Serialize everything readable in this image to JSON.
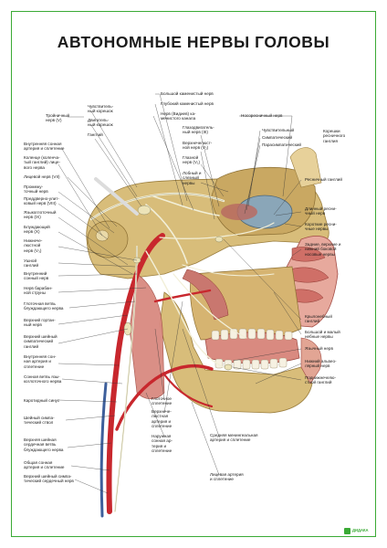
{
  "title": "АВТОНОМНЫЕ НЕРВЫ ГОЛОВЫ",
  "brand": {
    "logo_text": "ДИДАКА"
  },
  "colors": {
    "frame": "#3aaa35",
    "nerve": "#f2efd8",
    "artery": "#c8272d",
    "bone": "#d8bd7a",
    "muscle": "#d98a80"
  },
  "labels": {
    "l1": "Тройничный\nнерв (V)",
    "l2": "Чувствитель-\nный корешок",
    "l3": "Двигатель-\nный корешок",
    "l4": "Ганглий",
    "l5": "Внутренняя сонная\nартерия и сплетение",
    "l6": "Коленце (коленча-\nтый ганглий) лице-\nвого нерва",
    "l7": "Лицевой нерв (VII)",
    "l8": "Промежу-\nточный нерв",
    "l9": "Преддверно-улит-\nковый нерв (VIII)",
    "l10": "Языкоглоточный\nнерв (IX)",
    "l11": "Блуждающий\nнерв (X)",
    "l12": "Нижнече-\nлюстной\nнерв (V₃)",
    "l13": "Ушной\nганглий",
    "l14": "Внутренний\nсонный нерв",
    "l15": "Нерв барабан-\nной струны",
    "l16": "Глоточная ветвь\nблуждающего нерва",
    "l17": "Верхний гортан-\nный нерв",
    "l18": "Верхний шейный\nсимпатический\nганглий",
    "l19": "Внутренняя сон-\nная артерия и\nсплетение",
    "l20": "Сонная ветвь язы-\nкоглоточного нерва",
    "l21": "Каротидный синус",
    "l22": "Шейный симпа-\nтический ствол",
    "l23": "Верхняя шейная\nсердечная ветвь\nблуждающего нерва",
    "l24": "Общая сонная\nартерия и сплетение",
    "l25": "Верхний шейный симпа-\nтический сердечный нерв",
    "c1": "Большой каменистый нерв",
    "c2": "Глубокий каменистый нерв",
    "c3": "Нерв (Видиев) ка-\nменистого канала",
    "c4": "Глазодвигатель-\nный нерв (III)",
    "c5": "Верхнечелюст-\nной нерв (V₂)",
    "c6": "Глазной\nнерв (V₁)",
    "c7": "Лобный и\nслезный\nнервы",
    "r1": "Носоресничный нерв",
    "r2": "Чувствительный",
    "r3": "Симпатический",
    "r4": "Парасимпатический",
    "r5": "Корешки\nресничного\nганглия",
    "r6": "Ресничный ганглий",
    "r7": "Длинный ресни-\nчный нерв",
    "r8": "Короткие ресни-\nчные нервы",
    "r9": "Задние, верхние и\nнижний боковой\nносовые нервы",
    "r10": "Крылонебный\nганглий",
    "r11": "Большой и малый\nнебные нервы",
    "r12": "Язычный нерв",
    "r13": "Нижний альвео-\nлярный нерв",
    "r14": "Поднижнечелю-\nстной ганглий",
    "b1": "Глоточное\nсплетение",
    "b2": "Верхнече-\nлюстная\nартерия и\nсплетение",
    "b3": "Наружная\nсонная ар-\nтерия и\nсплетение",
    "b4": "Средняя менингеальная\nартерия и сплетение",
    "b5": "Лицевая артерия\nи сплетение"
  }
}
